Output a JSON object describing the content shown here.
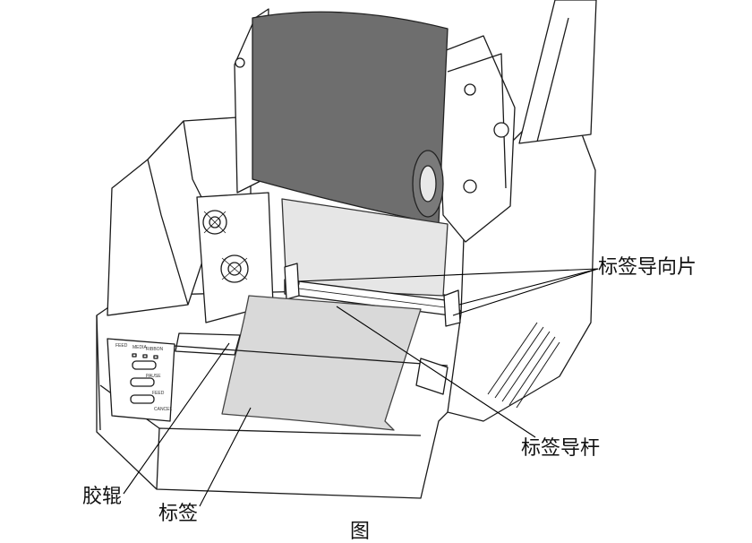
{
  "colors": {
    "ribbon": "#6e6e6e",
    "label": "#d9d9d9",
    "outline": "#1a1a1a",
    "body": "#ffffff"
  },
  "callouts": {
    "label_guide_piece": "标签导向片",
    "label_guide_rod": "标签导杆",
    "rubber_roller": "胶辊",
    "label": "标签",
    "caption": "图"
  },
  "panel": {
    "led_labels": [
      "FEED",
      "MEDIA",
      "RIBBON"
    ],
    "button_labels": [
      "PAUSE",
      "FEED",
      "CANCEL"
    ]
  }
}
